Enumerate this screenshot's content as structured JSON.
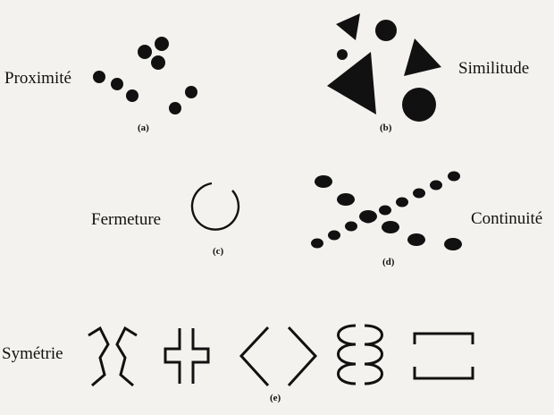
{
  "labels": {
    "proximite": "Proximité",
    "similitude": "Similitude",
    "fermeture": "Fermeture",
    "continuite": "Continuité",
    "symetrie": "Symétrie"
  },
  "captions": {
    "a": "(a)",
    "b": "(b)",
    "c": "(c)",
    "d": "(d)",
    "e": "(e)"
  },
  "colors": {
    "ink": "#111111",
    "paper": "#f4f2ee"
  }
}
